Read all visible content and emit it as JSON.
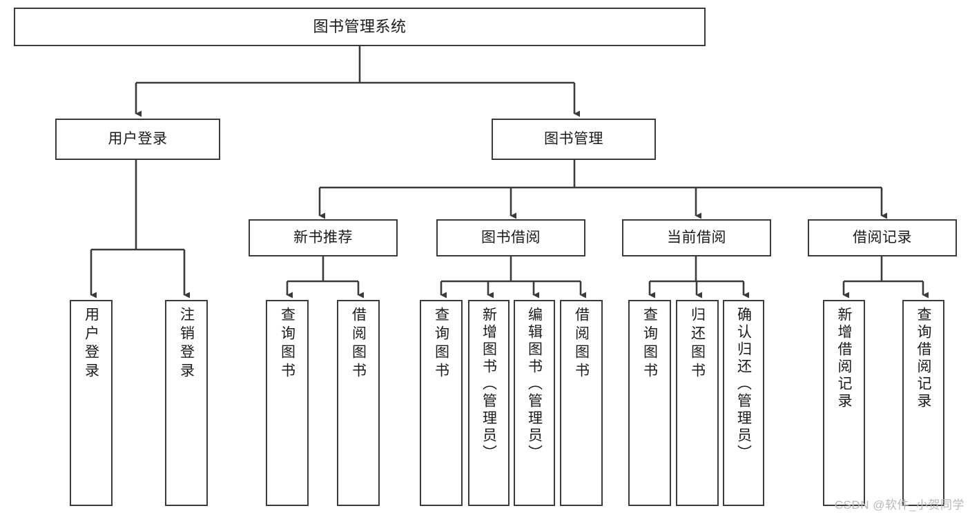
{
  "diagram": {
    "title": "图书管理系统",
    "type": "tree",
    "line_color": "#3a3a3a",
    "box_fill": "#ffffff",
    "background": "#ffffff",
    "watermark": "CSDN @软件_小贺同学",
    "nodes": {
      "root": {
        "label": "图书管理系统"
      },
      "level2": [
        {
          "id": "user-login",
          "label": "用户登录"
        },
        {
          "id": "book-manage",
          "label": "图书管理"
        }
      ],
      "level3": [
        {
          "id": "new-book-recommend",
          "label": "新书推荐"
        },
        {
          "id": "book-borrow",
          "label": "图书借阅"
        },
        {
          "id": "current-borrow",
          "label": "当前借阅"
        },
        {
          "id": "borrow-record",
          "label": "借阅记录"
        }
      ],
      "leaves": {
        "user_login": [
          {
            "id": "leaf-user-login",
            "label": "用户登录"
          },
          {
            "id": "leaf-logout-login",
            "label": "注销登录"
          }
        ],
        "new_book_recommend": [
          {
            "id": "leaf-query-book-1",
            "label": "查询图书"
          },
          {
            "id": "leaf-borrow-book-1",
            "label": "借阅图书"
          }
        ],
        "book_borrow": [
          {
            "id": "leaf-query-book-2",
            "label": "查询图书"
          },
          {
            "id": "leaf-add-book",
            "label": "新增图书（管理员）"
          },
          {
            "id": "leaf-edit-book",
            "label": "编辑图书（管理员）"
          },
          {
            "id": "leaf-borrow-book-2",
            "label": "借阅图书"
          }
        ],
        "current_borrow": [
          {
            "id": "leaf-query-book-3",
            "label": "查询图书"
          },
          {
            "id": "leaf-return-book",
            "label": "归还图书"
          },
          {
            "id": "leaf-confirm-return",
            "label": "确认归还（管理员）"
          }
        ],
        "borrow_record": [
          {
            "id": "leaf-add-record",
            "label": "新增借阅记录"
          },
          {
            "id": "leaf-query-record",
            "label": "查询借阅记录"
          }
        ]
      }
    }
  }
}
